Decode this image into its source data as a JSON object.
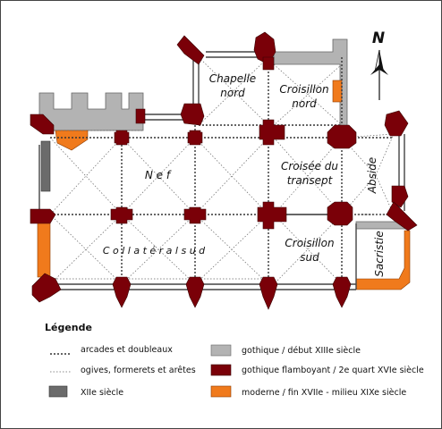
{
  "rooms": {
    "chapelle_line1": "Chapelle",
    "chapelle_line2": "nord",
    "croisillon_nord_line1": "Croisillon",
    "croisillon_nord_line2": "nord",
    "nef": "N e f",
    "croisee_line1": "Croisée du",
    "croisee_line2": "transept",
    "abside": "Abside",
    "collateral": "C o l l a t é r a l   s u d",
    "croisillon_sud_line1": "Croisillon",
    "croisillon_sud_line2": "sud",
    "sacristie": "Sacristie"
  },
  "north": {
    "label": "N"
  },
  "legend": {
    "title": "Légende",
    "items": [
      {
        "label": "arcades et doubleaux"
      },
      {
        "label": "ogives, formerets et arêtes"
      },
      {
        "label": "XIIe siècle",
        "color": "#6b6b6b"
      },
      {
        "label": "gothique / début XIIIe siècle",
        "color": "#b3b3b3"
      },
      {
        "label": "gothique flamboyant / 2e quart XVIe siècle",
        "color": "#7a0008"
      },
      {
        "label": "moderne / fin XVIIe - milieu XIXe siècle",
        "color": "#f07a1c"
      }
    ]
  }
}
